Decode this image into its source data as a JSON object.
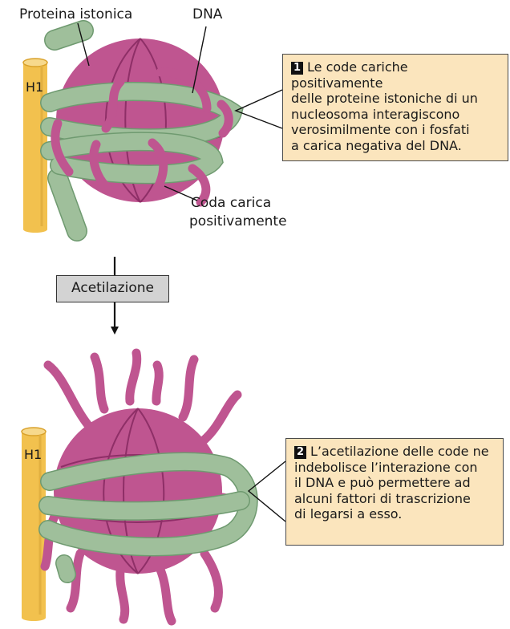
{
  "labels": {
    "histone_protein": "Proteina istonica",
    "dna": "DNA",
    "h1_top": "H1",
    "tail_line1": "Coda carica",
    "tail_line2": "positivamente",
    "h1_bottom": "H1"
  },
  "step": {
    "label": "Acetilazione"
  },
  "callouts": [
    {
      "number": "1",
      "lines": [
        "Le code cariche positivamente",
        "delle proteine istoniche di un",
        "nucleosoma interagiscono",
        "verosimilmente con i fosfati",
        "a carica negativa del DNA."
      ]
    },
    {
      "number": "2",
      "lines": [
        "L’acetilazione delle code ne",
        "indebolisce l’interazione con",
        "il DNA e può permettere ad",
        "alcuni fattori di trascrizione",
        "di legarsi a esso."
      ]
    }
  ],
  "colors": {
    "histone": "#bf5590",
    "histone_line": "#8e2f67",
    "dna": "#9fbf9b",
    "dna_line": "#6f9a70",
    "h1": "#f2c14e",
    "h1_line": "#d9a12a",
    "callout_bg": "#fbe5bd",
    "step_box_bg": "#d3d3d3"
  }
}
